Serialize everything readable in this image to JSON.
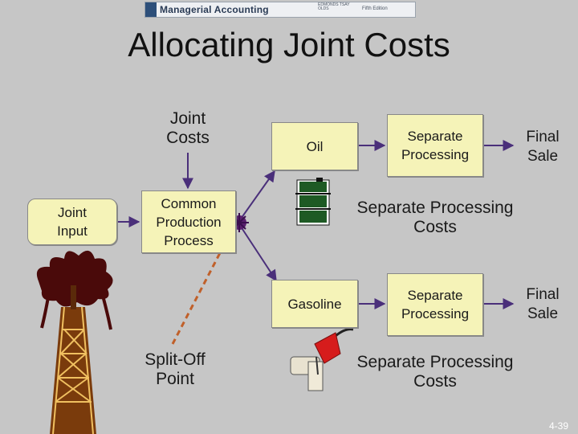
{
  "header": {
    "title": "Managerial Accounting",
    "authors": "EDMONDS TSAY OLDS",
    "edition": "Fifth Edition"
  },
  "slide": {
    "title": "Allocating Joint Costs",
    "page_number": "4-39"
  },
  "diagram": {
    "joint_costs": "Joint Costs",
    "joint_input": "Joint Input",
    "common_process": "Common Production Process",
    "split_off": "Split-Off Point",
    "oil": "Oil",
    "gasoline": "Gasoline",
    "separate_processing_1": "Separate Processing",
    "separate_processing_2": "Separate Processing",
    "separate_costs_1": "Separate Processing Costs",
    "separate_costs_2": "Separate Processing Costs",
    "final_sale_1": "Final Sale",
    "final_sale_2": "Final Sale"
  },
  "colors": {
    "box_fill": "#f5f3b8",
    "background": "#c6c6c6",
    "arrow": "#4a2f7a",
    "dashed_arrow": "#c0602a"
  },
  "icons": [
    "oil-barrel-icon",
    "gas-pump-icon",
    "oil-well-icon",
    "split-off-starburst-icon"
  ]
}
